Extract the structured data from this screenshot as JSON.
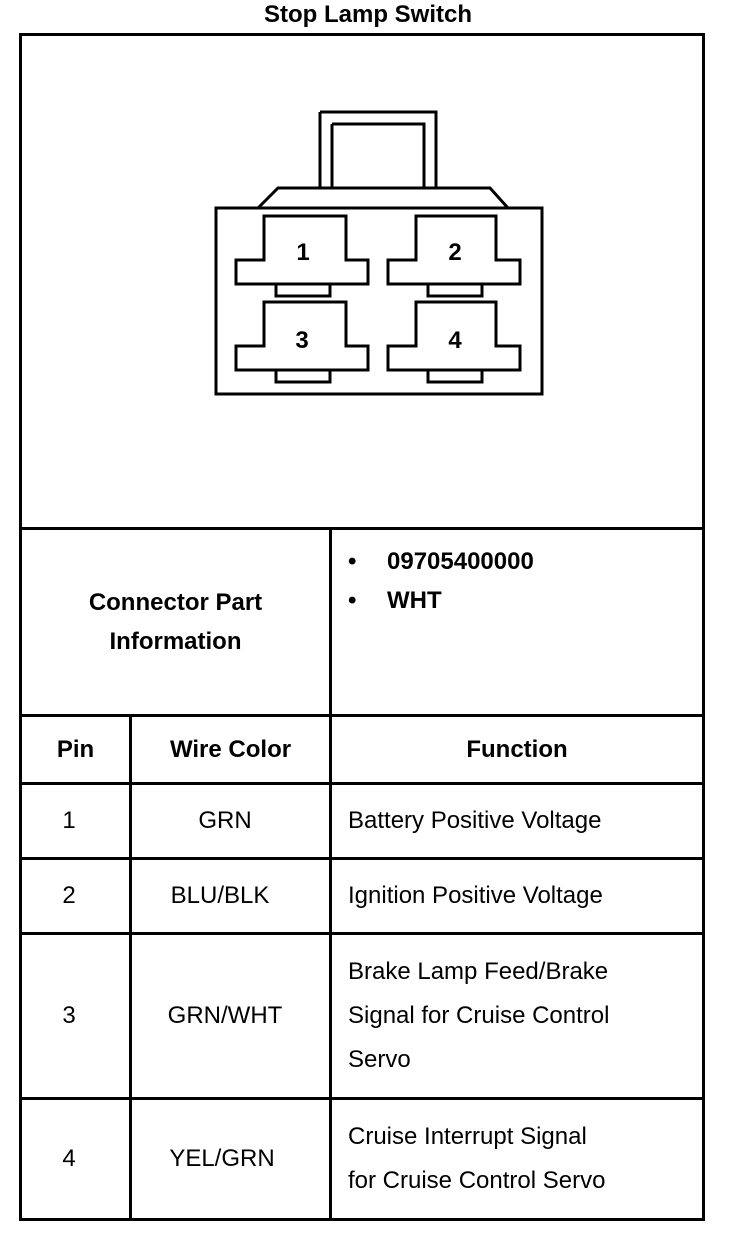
{
  "title": "Stop Lamp Switch",
  "connector_view": {
    "pin_labels": [
      "1",
      "2",
      "3",
      "4"
    ]
  },
  "part_info": {
    "label_line1": "Connector Part",
    "label_line2": "Information",
    "items": [
      "09705400000",
      "WHT"
    ]
  },
  "table": {
    "headers": {
      "pin": "Pin",
      "wire_color": "Wire Color",
      "function": "Function"
    },
    "rows": [
      {
        "pin": "1",
        "wire_color": "GRN",
        "function_lines": [
          "Battery Positive Voltage"
        ]
      },
      {
        "pin": "2",
        "wire_color": "BLU/BLK",
        "function_lines": [
          "Ignition Positive Voltage"
        ]
      },
      {
        "pin": "3",
        "wire_color": "GRN/WHT",
        "function_lines": [
          "Brake Lamp Feed/Brake",
          "Signal for Cruise Control",
          "Servo"
        ]
      },
      {
        "pin": "4",
        "wire_color": "YEL/GRN",
        "function_lines": [
          "Cruise Interrupt Signal",
          "for Cruise Control Servo"
        ]
      }
    ]
  }
}
